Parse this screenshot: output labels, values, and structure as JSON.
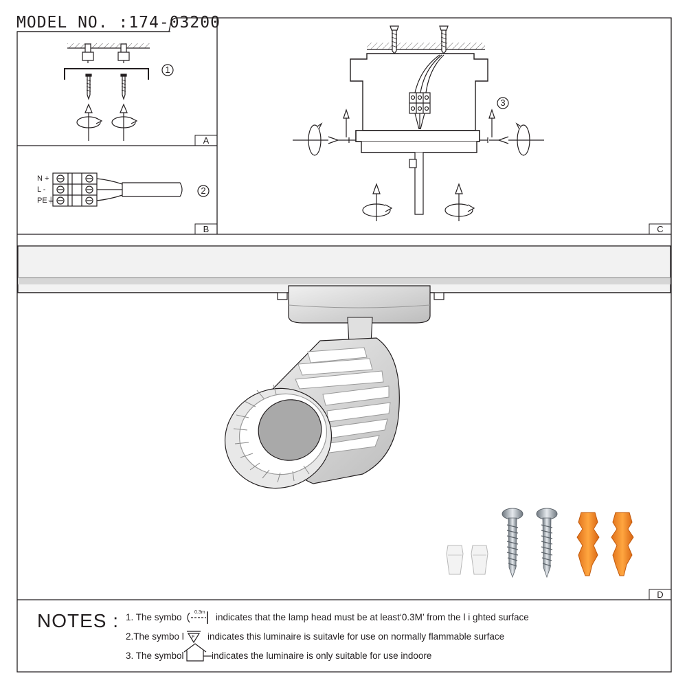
{
  "header": {
    "model_number": "MODEL NO. :174-03200"
  },
  "panels": {
    "A": {
      "label": "A",
      "step": "1"
    },
    "B": {
      "label": "B",
      "step": "2",
      "terminals": [
        "N +",
        "L -",
        "PE⏚"
      ]
    },
    "C": {
      "label": "C",
      "step": "3"
    },
    "D": {
      "label": "D"
    }
  },
  "notes": {
    "title": "NOTES :",
    "items": [
      {
        "before": "1. The symbo",
        "symbol_text": "0.3m",
        "after": "indicates that the lamp head must be at least‘0.3M’ from the l i ghted surface"
      },
      {
        "before": "2.The symbo l",
        "symbol_text": "F",
        "after": "indicates this luminaire is suitavle for use on normally flammable surface"
      },
      {
        "before": "3. The symbol",
        "symbol_text": "",
        "after": "indicates the luminaire is only suitable for use indoore"
      }
    ]
  },
  "colors": {
    "line": "#231f20",
    "anchor_orange": "#f68b1f",
    "screw_silver": "#9aa3ab",
    "lamp_grey": "#c8c8c8"
  }
}
